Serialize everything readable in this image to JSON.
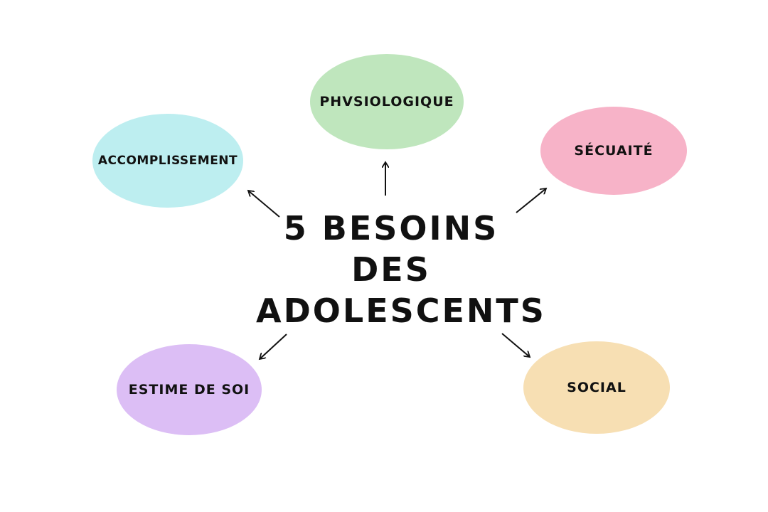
{
  "diagram": {
    "title_lines": [
      "5 BESOINS",
      "DES",
      "ADOLESCENTS"
    ],
    "nodes": {
      "accomplissement": {
        "label": "ACCOMPLISSEMENT",
        "color": "#bdeef0"
      },
      "physiologique": {
        "label": "PHVSIOLOGIQUE",
        "color": "#bfe6bd"
      },
      "securite": {
        "label": "SÉCUAITÉ",
        "color": "#f7b3c8"
      },
      "estime": {
        "label": "ESTIME DE SOI",
        "color": "#dcbef5"
      },
      "social": {
        "label": "SOCIAL",
        "color": "#f7dfb3"
      }
    },
    "arrow_color": "#111111"
  }
}
